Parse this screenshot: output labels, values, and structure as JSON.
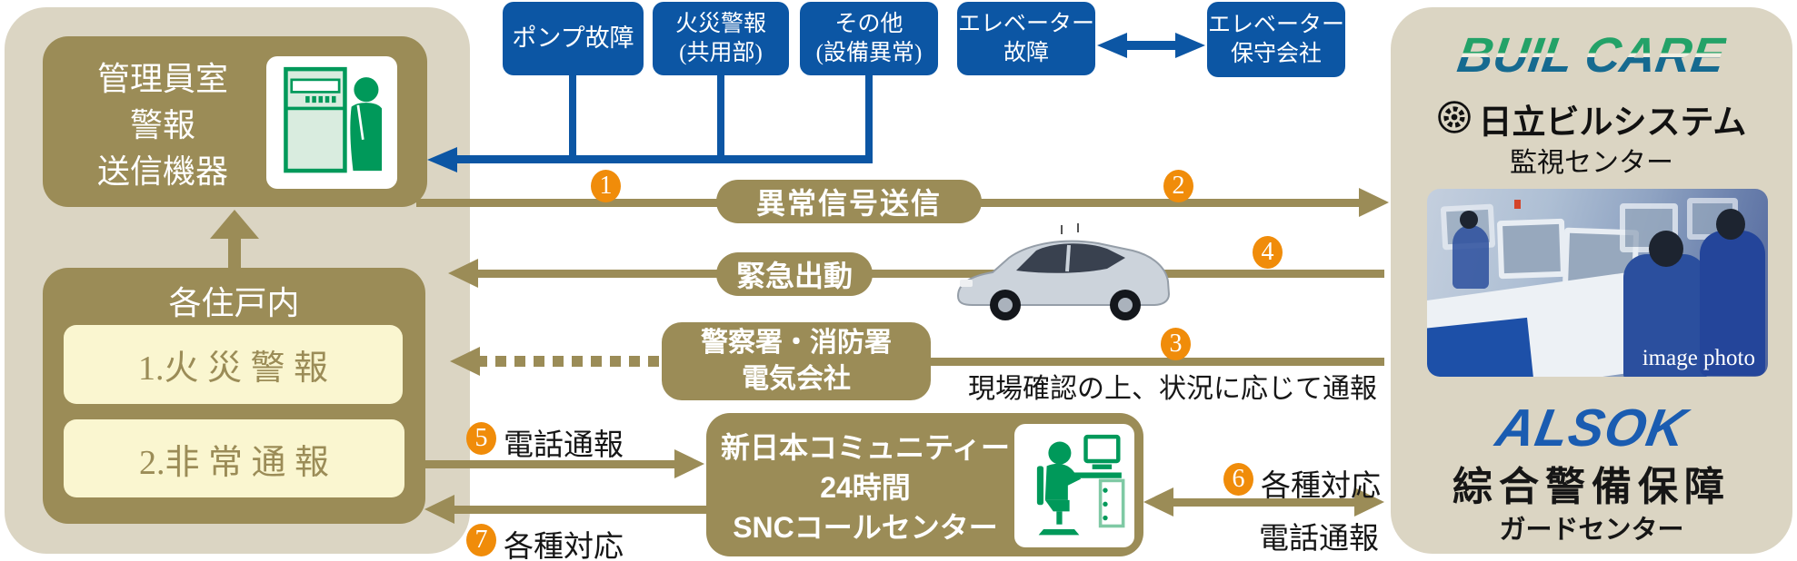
{
  "colors": {
    "panel_tan": "#dbd5c3",
    "olive": "#9b8c57",
    "cream": "#faf6d0",
    "blue": "#0c56a4",
    "badge_orange": "#f08c0a",
    "icon_green": "#00995a",
    "builcare_green": "#23a268",
    "builcare_blue": "#166a90",
    "alsok_blue": "#1a5cb1"
  },
  "badges": [
    "1",
    "2",
    "3",
    "4",
    "5",
    "6",
    "7"
  ],
  "left_panel": {
    "manager_box": {
      "lines": [
        "管理員室",
        "警報",
        "送信機器"
      ]
    },
    "household_box": {
      "title": "各住戸内",
      "items": [
        "1.火 災 警 報",
        "2.非 常 通 報"
      ]
    }
  },
  "top_boxes": {
    "pump": {
      "line1": "ポンプ故障"
    },
    "fire": {
      "line1": "火災警報",
      "line2": "(共用部)"
    },
    "other": {
      "line1": "その他",
      "line2": "(設備異常)"
    },
    "elevator_fault": {
      "line1": "エレベーター",
      "line2": "故障"
    },
    "elevator_maint": {
      "line1": "エレベーター",
      "line2": "保守会社"
    }
  },
  "flows": {
    "signal_label": "異常信号送信",
    "dispatch_label": "緊急出動",
    "report_box": {
      "line1": "警察署・消防署",
      "line2": "電気会社"
    },
    "site_note": "現場確認の上、状況に応じて通報",
    "phone_label": "電話通報",
    "response_label": "各種対応",
    "various_top": "各種対応",
    "various_bottom": "電話通報"
  },
  "snc_box": {
    "lines": [
      "新日本コミュニティー",
      "24時間",
      "SNCコールセンター"
    ]
  },
  "right_panel": {
    "builcare_logo": "BUIL CARE",
    "hitachi_name": "日立ビルシステム",
    "monitor_center": "監視センター",
    "photo_caption": "image photo",
    "alsok_logo": "ALSOK",
    "sogo_name": "綜合警備保障",
    "guard_center": "ガードセンター"
  }
}
